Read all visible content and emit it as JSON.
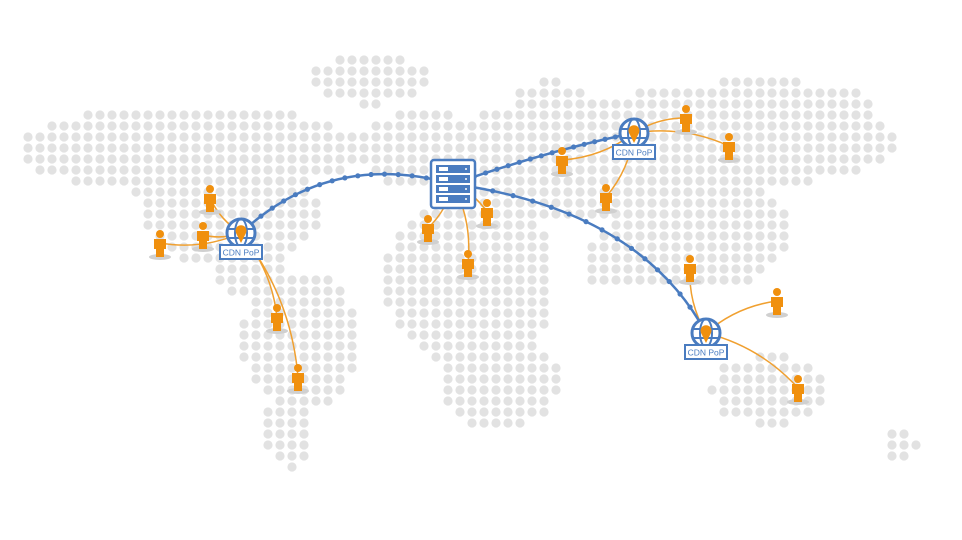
{
  "diagram": {
    "colors": {
      "link": "#4a7cc0",
      "user": "#f0900e",
      "map_dot": "#e2e2e2",
      "user_link": "#f0a030"
    },
    "origin_server": {
      "icon": "server-rack-icon"
    },
    "pops": [
      {
        "label": "CDN PoP",
        "icon": "globe-pin-icon"
      },
      {
        "label": "CDN PoP",
        "icon": "globe-pin-icon"
      },
      {
        "label": "CDN PoP",
        "icon": "globe-pin-icon"
      }
    ],
    "user_icon": "person-icon"
  }
}
